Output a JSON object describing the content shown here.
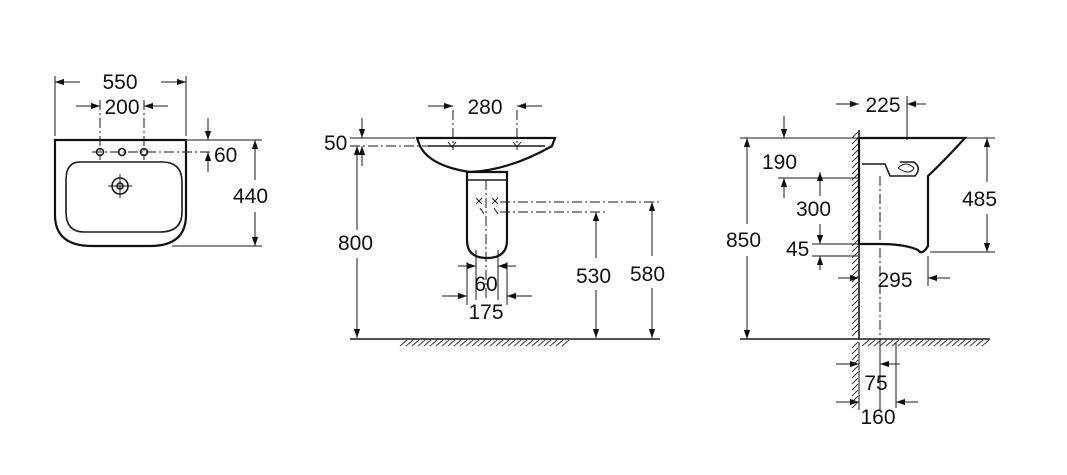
{
  "figure": {
    "top_view": {
      "width": "550",
      "tap_spacing": "200",
      "tap_offset": "60",
      "depth": "440"
    },
    "front_view": {
      "top_width": "280",
      "rim_thickness": "50",
      "rim_height": "800",
      "pedestal_width_small": "60",
      "pedestal_width": "175",
      "inlet_height": "530",
      "outlet_height": "580"
    },
    "side_view": {
      "projection_top": "225",
      "drain_depth": "190",
      "bowl_depth": "300",
      "total_height_front": "485",
      "rim_height": "850",
      "base_offset": "45",
      "projection_bottom": "295",
      "wall_offset_small": "75",
      "wall_offset": "160"
    }
  }
}
